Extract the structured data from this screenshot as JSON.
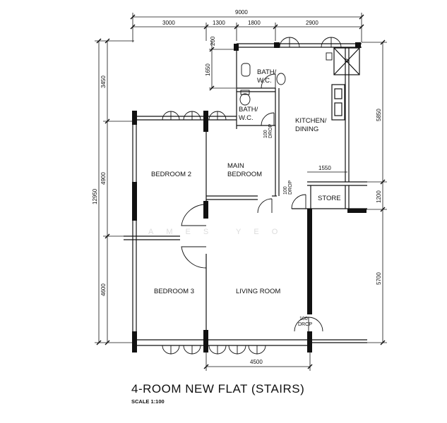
{
  "dimensions": {
    "top_total": "9000",
    "top_a": "3000",
    "top_b": "1300",
    "top_c": "1800",
    "top_d": "2900",
    "left_total": "12950",
    "left_a": "3450",
    "left_b": "4900",
    "left_c": "4600",
    "bath_depth": "1650",
    "bath_offset": "200",
    "right_a": "5850",
    "right_b": "1200",
    "right_c": "5700",
    "store_width": "1550",
    "bottom": "4500"
  },
  "rooms": {
    "bath1": [
      "BATH/",
      "W.C."
    ],
    "bath2": [
      "BATH/",
      "W.C."
    ],
    "kitchen": [
      "KITCHEN/",
      "DINING"
    ],
    "main_bedroom": [
      "MAIN",
      "BEDROOM"
    ],
    "bedroom2": "BEDROOM 2",
    "bedroom3": "BEDROOM 3",
    "living": "LIVING ROOM",
    "store": "STORE"
  },
  "drops": {
    "d1": [
      "100",
      "DROP"
    ],
    "d2": [
      "100",
      "DROP"
    ],
    "d3": [
      "100",
      "DROP"
    ]
  },
  "title": "4-ROOM NEW FLAT (STAIRS)",
  "scale": "SCALE   1:100"
}
